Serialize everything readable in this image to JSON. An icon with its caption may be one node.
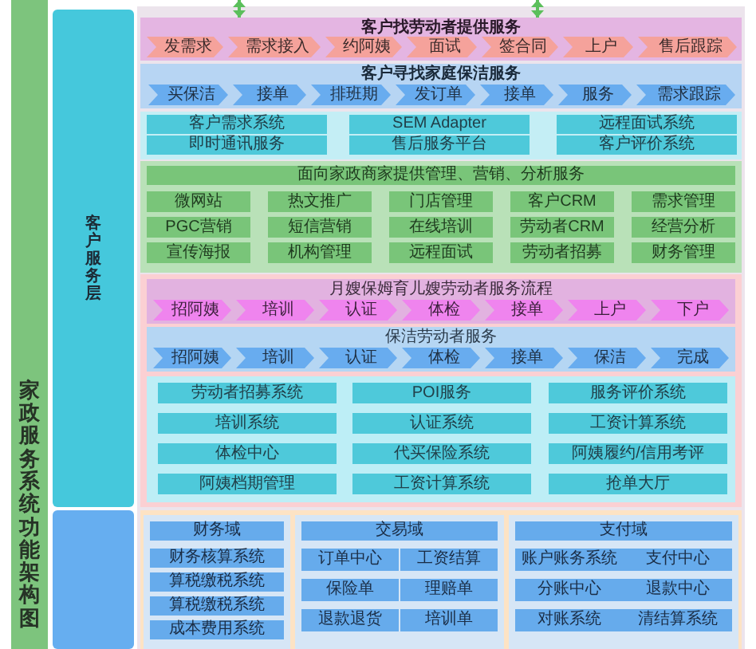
{
  "diagram": {
    "nodes": [
      {
        "text": [
          "家政服务系统功能架构图"
        ]
      },
      {
        "text": [
          "客户服务层"
        ]
      },
      {
        "text": [],
        "shape": "box"
      },
      {
        "text": [
          "客户找劳动者提供服务"
        ]
      },
      {
        "text": [
          "发需求"
        ],
        "in": 3
      },
      {
        "text": [
          "需求接入"
        ],
        "in": 3
      },
      {
        "text": [
          "约阿姨"
        ],
        "in": 3
      },
      {
        "text": [
          "面试"
        ],
        "in": 3
      },
      {
        "text": [
          "签合同"
        ],
        "in": 3
      },
      {
        "text": [
          "上户"
        ],
        "in": 3
      },
      {
        "text": [
          "售后跟踪"
        ],
        "in": 3
      },
      {
        "text": [
          "客户寻找家庭保洁服务"
        ]
      },
      {
        "text": [
          "买保洁"
        ],
        "in": 11
      },
      {
        "text": [
          "接单"
        ],
        "in": 11
      },
      {
        "text": [
          "排班期"
        ],
        "in": 11
      },
      {
        "text": [
          "发订单"
        ],
        "in": 11
      },
      {
        "text": [
          "接单"
        ],
        "in": 11
      },
      {
        "text": [
          "服务"
        ],
        "in": 11
      },
      {
        "text": [
          "需求跟踪"
        ],
        "in": 11
      },
      {
        "text": [
          "客户需求系统"
        ]
      },
      {
        "text": [
          "SEM Adapter"
        ]
      },
      {
        "text": [
          "远程面试系统"
        ]
      },
      {
        "text": [
          "即时通讯服务"
        ]
      },
      {
        "text": [
          "售后服务平台"
        ]
      },
      {
        "text": [
          "客户评价系统"
        ]
      },
      {
        "text": [
          "面向家政商家提供管理、营销、分析服务"
        ]
      },
      {
        "text": [
          "微网站"
        ]
      },
      {
        "text": [
          "热文推广"
        ]
      },
      {
        "text": [
          "门店管理"
        ]
      },
      {
        "text": [
          "客户CRM"
        ]
      },
      {
        "text": [
          "需求管理"
        ]
      },
      {
        "text": [
          "PGC营销"
        ]
      },
      {
        "text": [
          "短信营销"
        ]
      },
      {
        "text": [
          "在线培训"
        ]
      },
      {
        "text": [
          "劳动者CRM"
        ]
      },
      {
        "text": [
          "经营分析"
        ]
      },
      {
        "text": [
          "宣传海报"
        ]
      },
      {
        "text": [
          "机构管理"
        ]
      },
      {
        "text": [
          "远程面试"
        ]
      },
      {
        "text": [
          "劳动者招募"
        ]
      },
      {
        "text": [
          "财务管理"
        ]
      },
      {
        "text": [
          "月嫂保姆育儿嫂劳动者服务流程"
        ]
      },
      {
        "text": [
          "招阿姨"
        ],
        "in": 41
      },
      {
        "text": [
          "培训"
        ],
        "in": 41
      },
      {
        "text": [
          "认证"
        ],
        "in": 41
      },
      {
        "text": [
          "体检"
        ],
        "in": 41
      },
      {
        "text": [
          "接单"
        ],
        "in": 41
      },
      {
        "text": [
          "上户"
        ],
        "in": 41
      },
      {
        "text": [
          "下户"
        ],
        "in": 41
      },
      {
        "text": [
          "保洁劳动者服务"
        ]
      },
      {
        "text": [
          "招阿姨"
        ],
        "in": 49
      },
      {
        "text": [
          "培训"
        ],
        "in": 49
      },
      {
        "text": [
          "认证"
        ],
        "in": 49
      },
      {
        "text": [
          "体检"
        ],
        "in": 49
      },
      {
        "text": [
          "接单"
        ],
        "in": 49
      },
      {
        "text": [
          "保洁"
        ],
        "in": 49
      },
      {
        "text": [
          "完成"
        ],
        "in": 49
      },
      {
        "text": [
          "劳动者招募系统"
        ]
      },
      {
        "text": [
          "POI服务"
        ]
      },
      {
        "text": [
          "服务评价系统"
        ]
      },
      {
        "text": [
          "培训系统"
        ]
      },
      {
        "text": [
          "认证系统"
        ]
      },
      {
        "text": [
          "工资计算系统"
        ]
      },
      {
        "text": [
          "体检中心"
        ]
      },
      {
        "text": [
          "代买保险系统"
        ]
      },
      {
        "text": [
          "阿姨履约/信用考评"
        ]
      },
      {
        "text": [
          "阿姨档期管理"
        ]
      },
      {
        "text": [
          "工资计算系统"
        ]
      },
      {
        "text": [
          "抢单大厅"
        ]
      },
      {
        "text": [
          "财务域"
        ]
      },
      {
        "text": [
          "财务核算系统"
        ]
      },
      {
        "text": [
          "算税缴税系统"
        ]
      },
      {
        "text": [
          "算税缴税系统"
        ]
      },
      {
        "text": [
          "成本费用系统"
        ]
      },
      {
        "text": [
          "交易域"
        ]
      },
      {
        "text": [
          "订单中心"
        ]
      },
      {
        "text": [
          "工资结算"
        ]
      },
      {
        "text": [
          "保险单"
        ]
      },
      {
        "text": [
          "理赔单"
        ]
      },
      {
        "text": [
          "退款退货"
        ]
      },
      {
        "text": [
          "培训单"
        ]
      },
      {
        "text": [
          "支付域"
        ]
      },
      {
        "text": [
          "账户账务系统"
        ]
      },
      {
        "text": [
          "支付中心"
        ]
      },
      {
        "text": [
          "分账中心"
        ]
      },
      {
        "text": [
          "退款中心"
        ]
      },
      {
        "text": [
          "对账系统"
        ]
      },
      {
        "text": [
          "清结算系统"
        ]
      }
    ],
    "edges": [
      {
        "from": null,
        "to": 3,
        "arrow": "both"
      },
      {
        "from": null,
        "to": 3,
        "arrow": "both"
      }
    ]
  }
}
